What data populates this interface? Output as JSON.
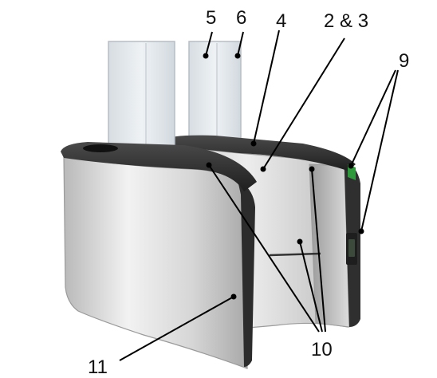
{
  "figure": {
    "kind": "turnstile-speed-gate-illustration",
    "callouts": [
      {
        "id": "c5",
        "label": "5"
      },
      {
        "id": "c6",
        "label": "6"
      },
      {
        "id": "c4",
        "label": "4"
      },
      {
        "id": "c23",
        "label": "2 & 3"
      },
      {
        "id": "c9",
        "label": "9"
      },
      {
        "id": "c10",
        "label": "10"
      },
      {
        "id": "c11",
        "label": "11"
      }
    ]
  },
  "colors": {
    "panel_light": "#ececec",
    "panel_mid": "#c9c9c9",
    "panel_dark": "#8f8f8f",
    "top_cover": "#2b2b2b",
    "glass": "#e3e8ec",
    "glass_edge": "#b6bec5",
    "indicator_green": "#2e9a3c",
    "line": "#000000"
  }
}
